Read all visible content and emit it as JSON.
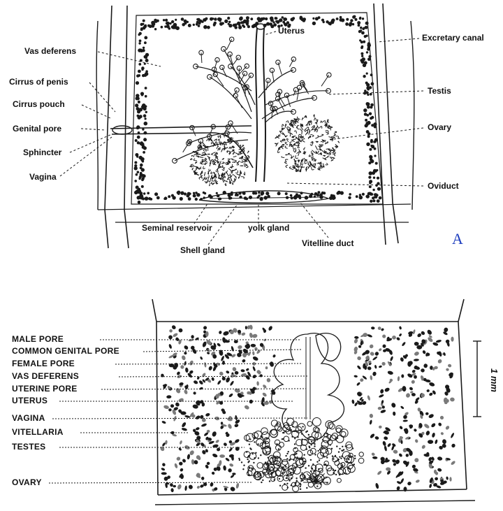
{
  "panel_a": {
    "letter": "A",
    "labels": {
      "uterus": "Uterus",
      "excretory_canal": "Excretary canal",
      "vas_deferens": "Vas deferens",
      "cirrus_of_penis": "Cirrus of penis",
      "testis": "Testis",
      "cirrus_pouch": "Cirrus pouch",
      "genital_pore": "Genital pore",
      "ovary": "Ovary",
      "sphincter": "Sphincter",
      "vagina": "Vagina",
      "oviduct": "Oviduct",
      "seminal_reservoir": "Seminal reservoir",
      "yolk_gland": "yolk gland",
      "shell_gland": "Shell gland",
      "vitelline_duct": "Vitelline duct"
    }
  },
  "panel_b": {
    "labels": {
      "male_pore": "MALE PORE",
      "common_genital_pore": "COMMON GENITAL PORE",
      "female_pore": "FEMALE PORE",
      "vas_deferens": "VAS DEFERENS",
      "uterine_pore": "UTERINE PORE",
      "uterus": "UTERUS",
      "vagina": "VAGINA",
      "vitellaria": "VITELLARIA",
      "testes": "TESTES",
      "ovary": "OVARY"
    },
    "scale_label": "1 mm"
  }
}
